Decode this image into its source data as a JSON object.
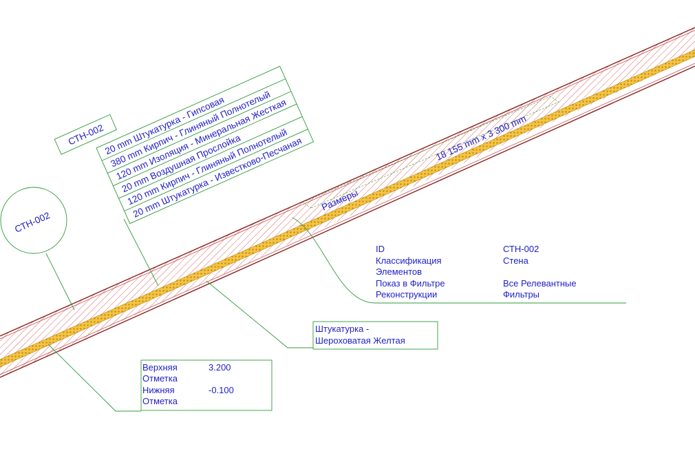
{
  "wall": {
    "id_marker": "СТН-002",
    "id_tag": "СТН-002",
    "dimension_label": "18 155 mm x 3 300 mm",
    "dimensions_caption": "Размеры",
    "colors": {
      "hatch": "#d23a3a",
      "core": "#e0a400",
      "leader": "#2f9a3a",
      "text": "#1e1ec8"
    }
  },
  "layers": [
    "20 mm  Штукатурка - Гипсовая",
    "380 mm  Кирпич - Глиняный Полнотелый",
    "120 mm  Изоляция - Минеральная Жесткая",
    "20 mm  Воздушная Прослойка",
    "120 mm  Кирпич - Глиняный Полнотелый",
    "20 mm  Штукатурка - Известково-Песчаная"
  ],
  "properties": {
    "row1_key": "ID",
    "row1_val": "СТН-002",
    "row2_key_a": "Классификация",
    "row2_key_b": "Элементов",
    "row2_val": "Стена",
    "row3_key_a": "Показ в Фильтре",
    "row3_key_b": "Реконструкции",
    "row3_val_a": "Все Релевантные",
    "row3_val_b": "Фильтры"
  },
  "finish": {
    "line1": "Штукатурка -",
    "line2": "Шероховатая Желтая"
  },
  "elevations": {
    "top_key_a": "Верхняя",
    "top_key_b": "Отметка",
    "top_val": "3.200",
    "bottom_key_a": "Нижняя",
    "bottom_key_b": "Отметка",
    "bottom_val": "-0.100"
  }
}
